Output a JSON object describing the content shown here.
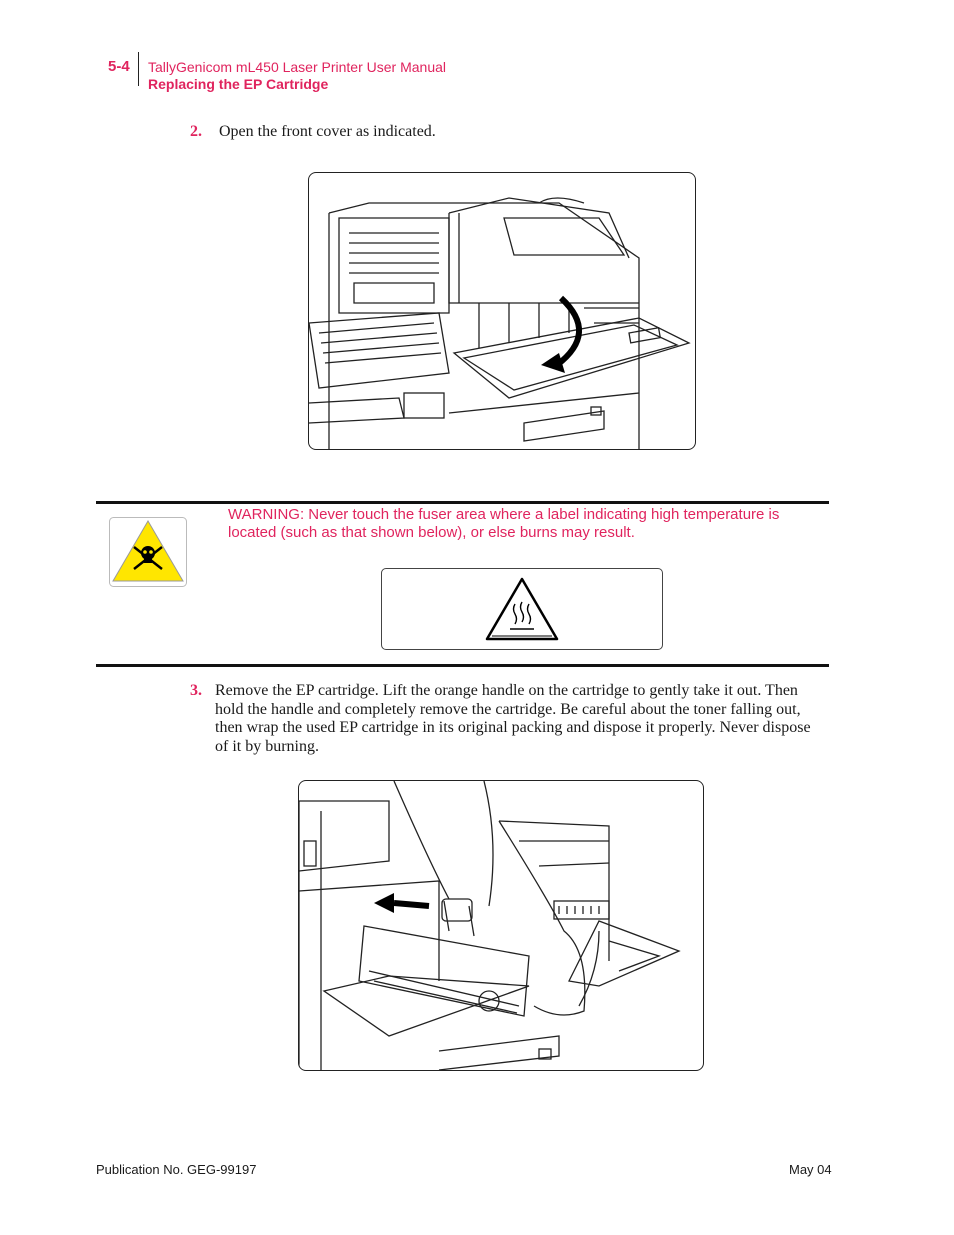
{
  "header": {
    "page_number": "5-4",
    "manual_title": "TallyGenicom mL450 Laser Printer User Manual",
    "section_title": "Replacing the EP Cartridge"
  },
  "steps": [
    {
      "number": "2.",
      "text": "Open the front cover as indicated."
    },
    {
      "number": "3.",
      "text": "Remove the EP cartridge. Lift the orange handle on the cartridge to gently take it out. Then hold the handle and completely remove the cartridge. Be careful about the toner falling out, then wrap the used EP cartridge in its original packing and dispose it properly. Never dispose of it by burning."
    }
  ],
  "warning": {
    "text": "WARNING: Never touch the fuser area where a label indicating high temperature is located (such as that shown below), or else burns may result.",
    "icon": "skull-warning-icon",
    "label_icon": "hot-surface-icon",
    "accent_color": "#e0245e",
    "icon_color": "#ffe600"
  },
  "footer": {
    "publication": "Publication No. GEG-99197",
    "date": "May 04"
  }
}
